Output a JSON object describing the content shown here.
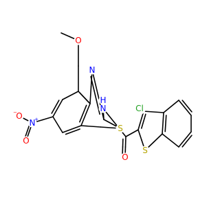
{
  "structure": {
    "colors": {
      "carbon_bond": "#000000",
      "oxygen": "#ff0000",
      "nitrogen": "#0000ff",
      "sulfur": "#b5a400",
      "chlorine": "#1fa01f",
      "carbon_text": "#000000",
      "background": "#ffffff"
    },
    "atoms": [
      {
        "name": "chlorine",
        "label": "Cl",
        "color_key": "chlorine"
      },
      {
        "name": "amide-oxygen",
        "label": "O",
        "color_key": "oxygen"
      },
      {
        "name": "amide-nitrogen",
        "label": "N",
        "color_key": "nitrogen"
      },
      {
        "name": "amide-hydrogen",
        "label": "H",
        "color_key": "nitrogen"
      },
      {
        "name": "thiophene-sulfur",
        "label": "S",
        "color_key": "sulfur"
      },
      {
        "name": "thiazole-sulfur",
        "label": "S",
        "color_key": "sulfur"
      },
      {
        "name": "thiazole-nitrogen",
        "label": "N",
        "color_key": "nitrogen"
      },
      {
        "name": "methoxy-oxygen",
        "label": "O",
        "color_key": "oxygen"
      },
      {
        "name": "nitro-nitrogen",
        "label": "N",
        "color_key": "nitrogen"
      },
      {
        "name": "nitro-oxygen-top",
        "label": "O",
        "color_key": "oxygen"
      },
      {
        "name": "nitro-oxygen-bottom",
        "label": "O",
        "color_key": "oxygen"
      }
    ],
    "charges": {
      "nitro_nitrogen": "+",
      "nitro_oxygen": "−"
    }
  }
}
